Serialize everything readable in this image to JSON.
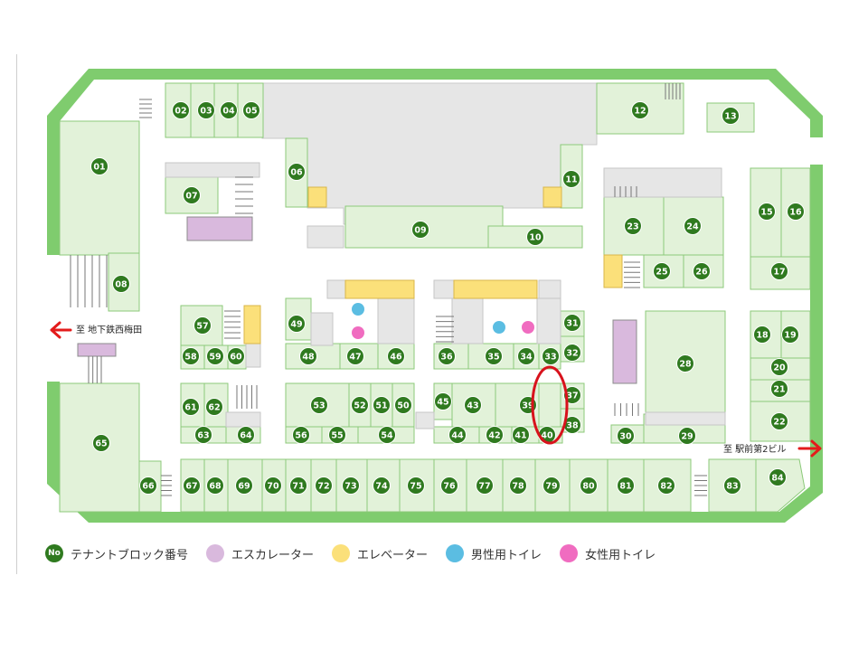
{
  "colors": {
    "frame": "#7fcc6e",
    "corridor": "#ffffff",
    "tenant_fill": "#e2f2d9",
    "tenant_stroke": "#8cc97a",
    "service_gray": "#e6e6e6",
    "badge": "#2f7a1f",
    "badge_text": "#ffffff",
    "escalator": "#d9b9dd",
    "elevator": "#fbe07a",
    "toilet_men": "#5bbde2",
    "toilet_women": "#f06cc0",
    "arrow": "#e31b1b",
    "highlight_ring": "#d8121c"
  },
  "directions": {
    "left": "至 地下鉄西梅田",
    "right": "至 駅前第2ビル"
  },
  "tenant_blocks": [
    "01",
    "02",
    "03",
    "04",
    "05",
    "06",
    "07",
    "08",
    "09",
    "10",
    "11",
    "12",
    "13",
    "15",
    "16",
    "17",
    "18",
    "19",
    "20",
    "21",
    "22",
    "23",
    "24",
    "25",
    "26",
    "28",
    "29",
    "30",
    "31",
    "32",
    "33",
    "34",
    "35",
    "36",
    "37",
    "38",
    "39",
    "40",
    "41",
    "42",
    "43",
    "44",
    "45",
    "46",
    "47",
    "48",
    "49",
    "50",
    "51",
    "52",
    "53",
    "54",
    "55",
    "56",
    "57",
    "58",
    "59",
    "60",
    "61",
    "62",
    "63",
    "64",
    "65",
    "66",
    "67",
    "68",
    "69",
    "70",
    "71",
    "72",
    "73",
    "74",
    "75",
    "76",
    "77",
    "78",
    "79",
    "80",
    "81",
    "82",
    "83",
    "84"
  ],
  "highlighted_block": "39",
  "legend": [
    {
      "key": "tenant",
      "badge": "No",
      "label": "テナントブロック番号"
    },
    {
      "key": "escalator",
      "label": "エスカレーター"
    },
    {
      "key": "elevator",
      "label": "エレベーター"
    },
    {
      "key": "toilet_men",
      "label": "男性用トイレ"
    },
    {
      "key": "toilet_women",
      "label": "女性用トイレ"
    }
  ]
}
